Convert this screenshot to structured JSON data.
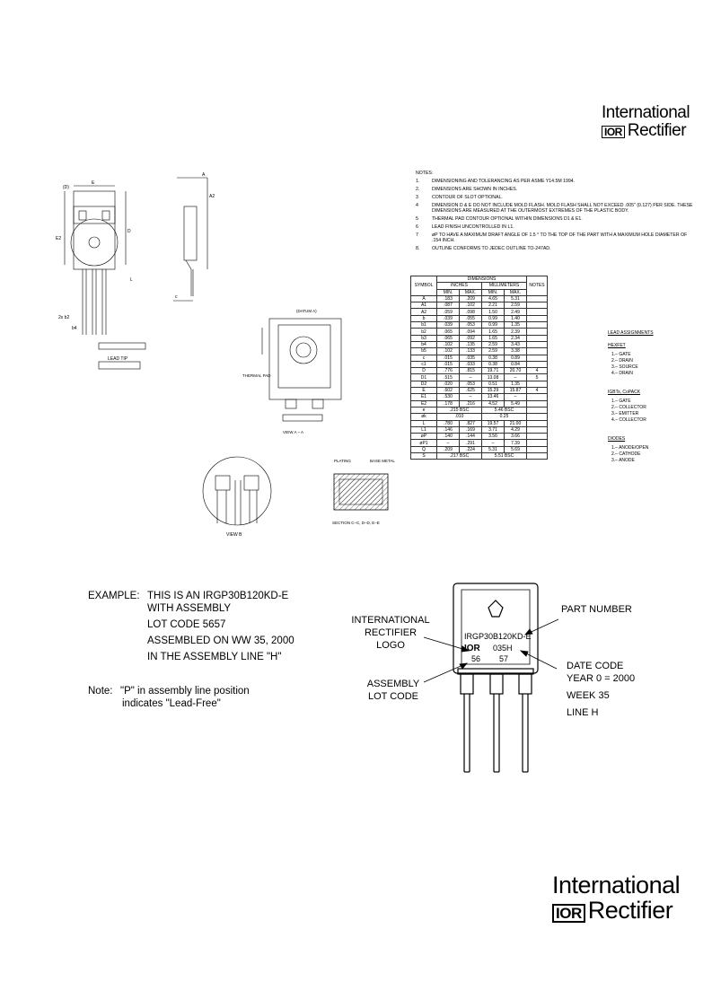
{
  "logo": {
    "line1": "International",
    "mark": "IOR",
    "line2": "Rectifier"
  },
  "notes": {
    "title": "NOTES:",
    "items": [
      {
        "num": "1.",
        "text": "DIMENSIONING AND TOLERANCING AS PER ASME Y14.5M 1994."
      },
      {
        "num": "2.",
        "text": "DIMENSIONS ARE SHOWN IN INCHES."
      },
      {
        "num": "3",
        "text": "CONTOUR OF SLOT OPTIONAL."
      },
      {
        "num": "4",
        "text": "DIMENSION D & E DO NOT INCLUDE MOLD FLASH. MOLD FLASH SHALL NOT EXCEED .005\" (0.127) PER SIDE. THESE DIMENSIONS ARE MEASURED AT THE OUTERMOST EXTREMES OF THE PLASTIC BODY."
      },
      {
        "num": "5",
        "text": "THERMAL PAD CONTOUR OPTIONAL WITHIN DIMENSIONS D1 & E1."
      },
      {
        "num": "6",
        "text": "LEAD FINISH UNCONTROLLED IN L1."
      },
      {
        "num": "7",
        "text": "øP TO HAVE A MAXIMUM DRAFT ANGLE OF 1.5 ° TO THE TOP OF THE PART WITH A MAXIMUM HOLE DIAMETER OF .154 INCH."
      },
      {
        "num": "8.",
        "text": "OUTLINE CONFORMS TO JEDEC OUTLINE TO-247AD."
      }
    ]
  },
  "dim_table": {
    "h_dimensions": "DIMENSIONS",
    "h_symbol": "SYMBOL",
    "h_inches": "INCHES",
    "h_mm": "MILLIMETERS",
    "h_notes": "NOTES",
    "h_min": "MIN.",
    "h_max": "MAX.",
    "rows": [
      [
        "A",
        ".183",
        ".209",
        "4.65",
        "5.31",
        ""
      ],
      [
        "A1",
        ".087",
        ".102",
        "2.21",
        "2.59",
        ""
      ],
      [
        "A2",
        ".059",
        ".098",
        "1.50",
        "2.49",
        ""
      ],
      [
        "b",
        ".039",
        ".055",
        "0.99",
        "1.40",
        ""
      ],
      [
        "b1",
        ".039",
        ".053",
        "0.99",
        "1.35",
        ""
      ],
      [
        "b2",
        ".065",
        ".094",
        "1.65",
        "2.39",
        ""
      ],
      [
        "b3",
        ".065",
        ".092",
        "1.65",
        "2.34",
        ""
      ],
      [
        "b4",
        ".102",
        ".135",
        "2.59",
        "3.43",
        ""
      ],
      [
        "b5",
        ".102",
        ".133",
        "2.59",
        "3.38",
        ""
      ],
      [
        "c",
        ".015",
        ".035",
        "0.38",
        "0.89",
        ""
      ],
      [
        "c1",
        ".015",
        ".033",
        "0.38",
        "0.84",
        ""
      ],
      [
        "D",
        ".776",
        ".815",
        "19.71",
        "20.70",
        "4"
      ],
      [
        "D1",
        ".515",
        "–",
        "13.08",
        "–",
        "5"
      ],
      [
        "D2",
        ".020",
        ".053",
        "0.51",
        "1.35",
        ""
      ],
      [
        "E",
        ".602",
        ".625",
        "15.29",
        "15.87",
        "4"
      ],
      [
        "E1",
        ".530",
        "–",
        "13.46",
        "–",
        ""
      ],
      [
        "E2",
        ".178",
        ".216",
        "4.52",
        "5.49",
        ""
      ],
      [
        "e",
        ".215 BSC",
        "",
        "5.46 BSC",
        "",
        ""
      ],
      [
        "øk",
        ".010",
        "",
        "0.25",
        "",
        ""
      ],
      [
        "L",
        ".780",
        ".827",
        "19.57",
        "21.00",
        ""
      ],
      [
        "L1",
        ".146",
        ".169",
        "3.71",
        "4.29",
        ""
      ],
      [
        "øP",
        ".140",
        ".144",
        "3.56",
        "3.66",
        ""
      ],
      [
        "øP1",
        "–",
        ".291",
        "–",
        "7.39",
        ""
      ],
      [
        "Q",
        ".209",
        ".224",
        "5.31",
        "5.69",
        ""
      ],
      [
        "S",
        ".217 BSC",
        "",
        "5.51 BSC",
        "",
        ""
      ]
    ]
  },
  "lead_assignments": {
    "title": "LEAD ASSIGNMENTS",
    "groups": [
      {
        "name": "HEXFET",
        "items": [
          "1.– GATE",
          "2.– DRAIN",
          "3.– SOURCE",
          "4.– DRAIN"
        ]
      },
      {
        "name": "IGBTs, CoPACK",
        "items": [
          "1.– GATE",
          "2.– COLLECTOR",
          "3.– EMITTER",
          "4.– COLLECTOR"
        ]
      },
      {
        "name": "DIODES",
        "items": [
          "1.– ANODE/OPEN",
          "2.– CATHODE",
          "3.– ANODE"
        ]
      }
    ]
  },
  "drawing_labels": {
    "view_a": "VIEW A – A",
    "view_b": "VIEW B",
    "section": "SECTION C–C, D–D, E–E",
    "thermal_pad": "THERMAL PAD",
    "plating": "PLATING",
    "base_metal": "BASE METAL",
    "lead_tip": "LEAD TIP"
  },
  "example": {
    "label": "EXAMPLE:",
    "lines": [
      "THIS IS AN IRGP30B120KD-E",
      "WITH ASSEMBLY",
      "LOT CODE 5657",
      "ASSEMBLED ON WW 35, 2000",
      "IN THE ASSEMBLY LINE \"H\""
    ],
    "note_label": "Note:",
    "note_line1": "\"P\" in assembly line position",
    "note_line2": "indicates \"Lead-Free\""
  },
  "marking": {
    "part": "IRGP30B120KD-E",
    "date_code": "035H",
    "lot1": "56",
    "lot2": "57",
    "label_intl": [
      "INTERNATIONAL",
      "RECTIFIER",
      "LOGO"
    ],
    "label_lot": [
      "ASSEMBLY",
      "LOT CODE"
    ],
    "label_part": "PART NUMBER",
    "label_date": [
      "DATE CODE",
      "YEAR 0  =  2000",
      "WEEK 35",
      "LINE H"
    ]
  }
}
